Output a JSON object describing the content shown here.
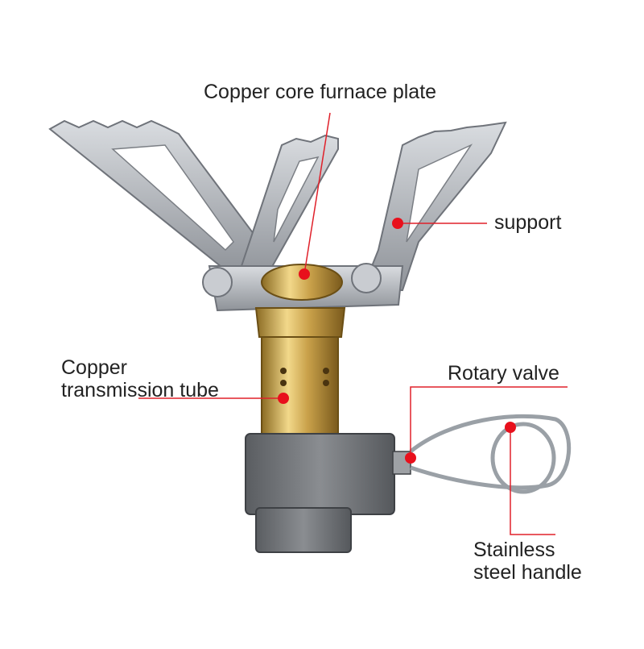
{
  "labels": {
    "plate": "Copper core furnace plate",
    "support": "support",
    "tube_line1": "Copper",
    "tube_line2": "transmission tube",
    "valve": "Rotary valve",
    "handle_line1": "Stainless",
    "handle_line2": "steel handle"
  },
  "colors": {
    "leader": "#e0202a",
    "dot": "#e8101c",
    "steel": "#a9adb3",
    "brass": "#c8a24a",
    "body": "#6b6e72",
    "text": "#222222"
  },
  "icons": {
    "product": "camping-stove-burner-image",
    "marker": "red-dot-marker"
  }
}
